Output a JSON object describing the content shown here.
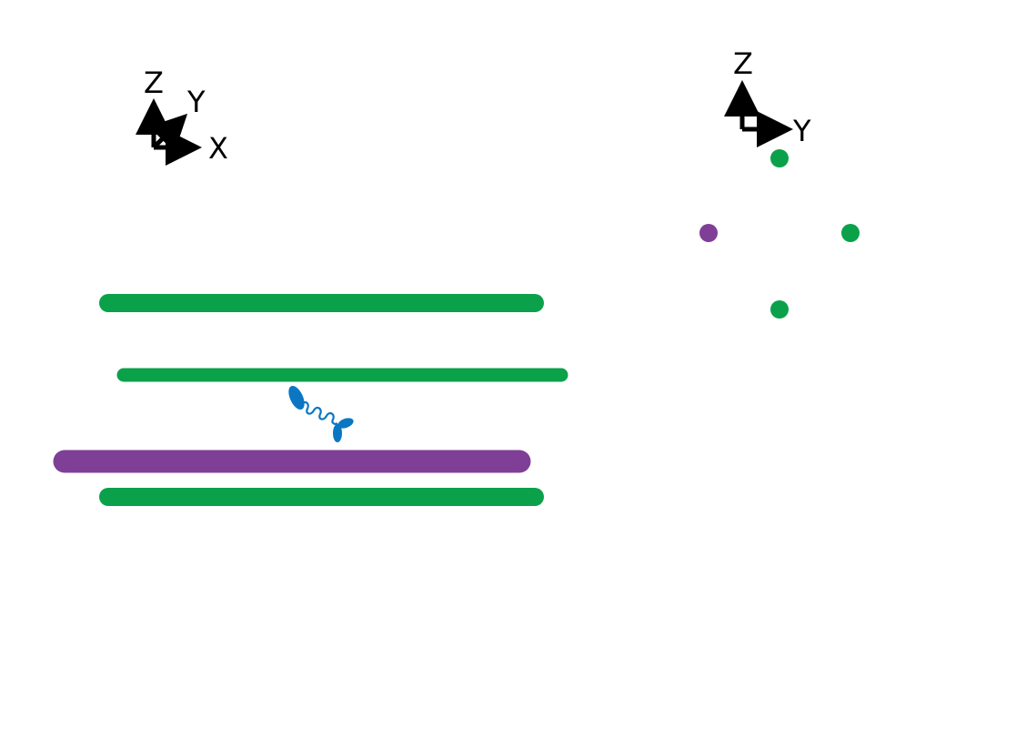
{
  "colors": {
    "green_filament": "#0ba14a",
    "purple_filament": "#7f3f97",
    "motor_protein": "#0b77c3",
    "axis": "#000000",
    "background": "#ffffff"
  },
  "side_view_axes": {
    "z_label": "Z",
    "y_label": "Y",
    "x_label": "X"
  },
  "cross_section_axes": {
    "z_label": "Z",
    "y_label": "Y"
  },
  "side_view": {
    "filaments": [
      {
        "name": "filament-green-top",
        "color_key": "green_filament"
      },
      {
        "name": "filament-green-middle",
        "color_key": "green_filament"
      },
      {
        "name": "filament-purple",
        "color_key": "purple_filament"
      },
      {
        "name": "filament-green-bottom",
        "color_key": "green_filament"
      }
    ],
    "motor_icon": "motor-protein-icon"
  },
  "cross_section": {
    "dots": [
      {
        "name": "cross-section-dot-green-top",
        "color_key": "green_filament"
      },
      {
        "name": "cross-section-dot-purple-left",
        "color_key": "purple_filament"
      },
      {
        "name": "cross-section-dot-green-right",
        "color_key": "green_filament"
      },
      {
        "name": "cross-section-dot-green-bottom",
        "color_key": "green_filament"
      }
    ]
  }
}
